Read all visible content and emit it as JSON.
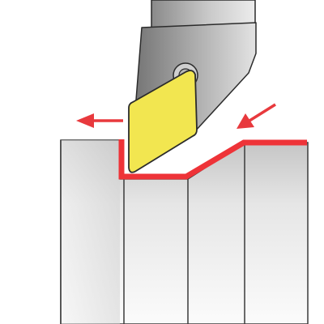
{
  "diagram": {
    "description_labels": [],
    "elements": {
      "workpiece": {
        "kind": "stepped-workpiece",
        "segments": 4
      },
      "tool": {
        "kind": "turning-tool-holder"
      },
      "insert": {
        "kind": "rhombic-cutting-insert",
        "color": "#f2e650"
      },
      "toolpath": {
        "kind": "contour-profile",
        "color": "#ee3338"
      },
      "feed_arrows": {
        "count": 2,
        "color": "#e8393d",
        "directions": [
          "left",
          "down-left"
        ]
      }
    }
  },
  "colors": {
    "holder_dark": "#6f6f6f",
    "holder_light": "#dcdcdc",
    "workpiece_dark": "#bdbdbd",
    "workpiece_light": "#f9f9f9",
    "outline": "#2b2b2b",
    "insert": "#f2e650",
    "path": "#ee3338"
  }
}
